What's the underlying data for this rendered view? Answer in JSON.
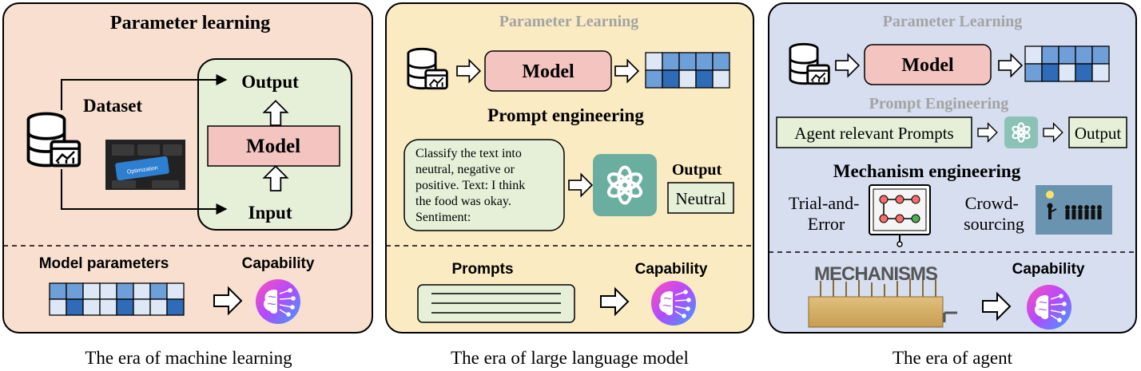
{
  "colors": {
    "panel1_bg": "#f8dfd0",
    "panel2_bg": "#fbebc2",
    "panel3_bg": "#d6def0",
    "model_fill": "#f4c4c0",
    "green_box": "#e6f0d9",
    "grey_title": "#a3a3a3",
    "cell_light": "#dde7f6",
    "cell_mid": "#6f9fd8",
    "cell_dark": "#2f6bb6",
    "gpt_green": "#6aaea0"
  },
  "panel1": {
    "title": "Parameter learning",
    "output": "Output",
    "model": "Model",
    "input": "Input",
    "dataset": "Dataset",
    "photo_key_text": "Optimization",
    "model_parameters": "Model parameters",
    "capability": "Capability",
    "caption": "The era of machine learning"
  },
  "panel2": {
    "title": "Parameter Learning",
    "model": "Model",
    "subtitle": "Prompt engineering",
    "prompt_lines": [
      "Classify the text into",
      "neutral, negative or",
      "positive. Text: I think",
      "the food was okay.",
      "Sentiment:"
    ],
    "output_label": "Output",
    "output_value": "Neutral",
    "prompts": "Prompts",
    "capability": "Capability",
    "caption": "The era of large language model"
  },
  "panel3": {
    "title": "Parameter Learning",
    "model": "Model",
    "prompt_eng": "Prompt Engineering",
    "agent_prompts": "Agent relevant Prompts",
    "output": "Output",
    "mechanism": "Mechanism engineering",
    "trial_1": "Trial-and-",
    "trial_2": "Error",
    "crowd_1": "Crowd-",
    "crowd_2": "sourcing",
    "mechanisms_word": "MECHANISMS",
    "capability": "Capability",
    "caption": "The era of agent"
  }
}
